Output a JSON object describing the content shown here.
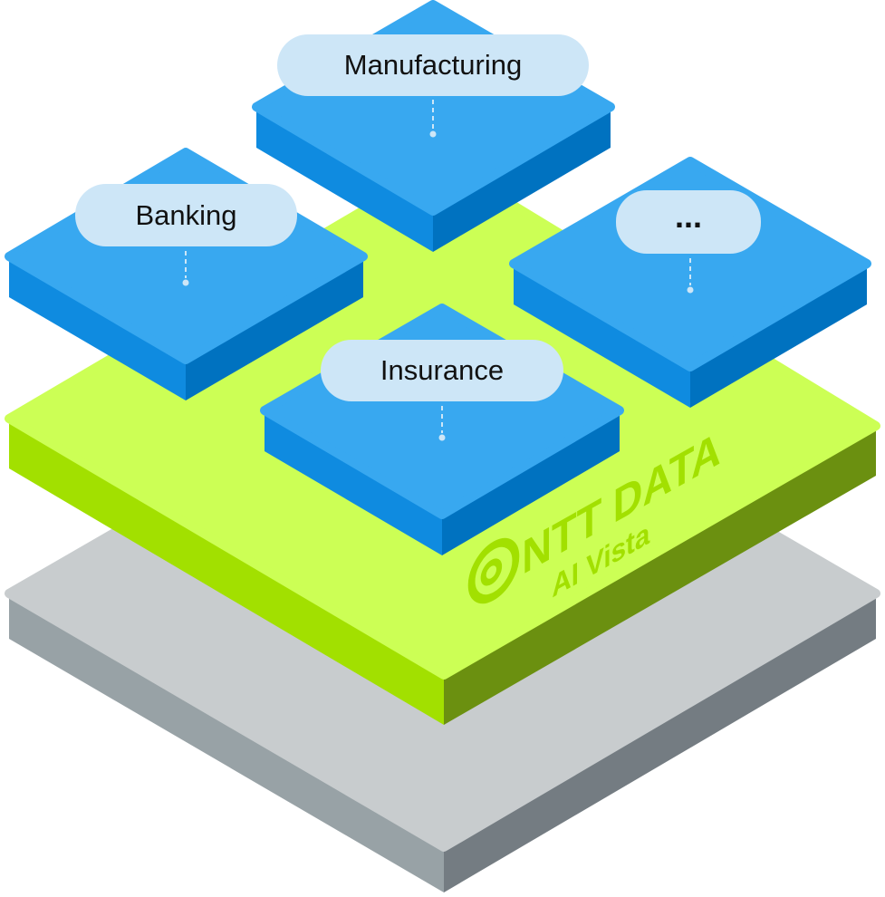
{
  "platform": {
    "brand": "NTT DATA",
    "product": "AI Vista"
  },
  "tiles": [
    {
      "label": "Manufacturing"
    },
    {
      "label": "Banking"
    },
    {
      "label": "..."
    },
    {
      "label": "Insurance"
    }
  ],
  "colors": {
    "tile_top": "#38a8f0",
    "tile_left": "#0f8be0",
    "tile_right": "#0072c0",
    "platform_top": "#ccff55",
    "platform_left": "#a2e000",
    "platform_right": "#6b9010",
    "base_top": "#c8ccce",
    "base_left": "#98a2a6",
    "base_right": "#747c82",
    "label_bg": "#cde6f7"
  }
}
